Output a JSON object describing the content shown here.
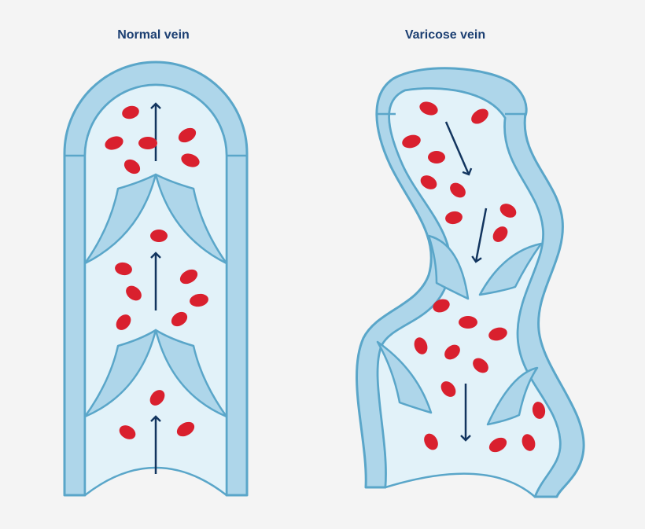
{
  "labels": {
    "normal": "Normal vein",
    "varicose": "Varicose vein"
  },
  "colors": {
    "title": "#1c3f72",
    "wall_fill": "#aed6ea",
    "wall_stroke": "#5aa6c9",
    "lumen": "#e2f2f9",
    "blood_cell": "#d9202e",
    "arrow": "#12355f",
    "valve": "#aed6ea",
    "background": "#f4f4f4"
  },
  "normal_vein": {
    "flow_direction": "up",
    "valves": "closed"
  },
  "varicose_vein": {
    "flow_direction": "down",
    "valves": "open"
  }
}
